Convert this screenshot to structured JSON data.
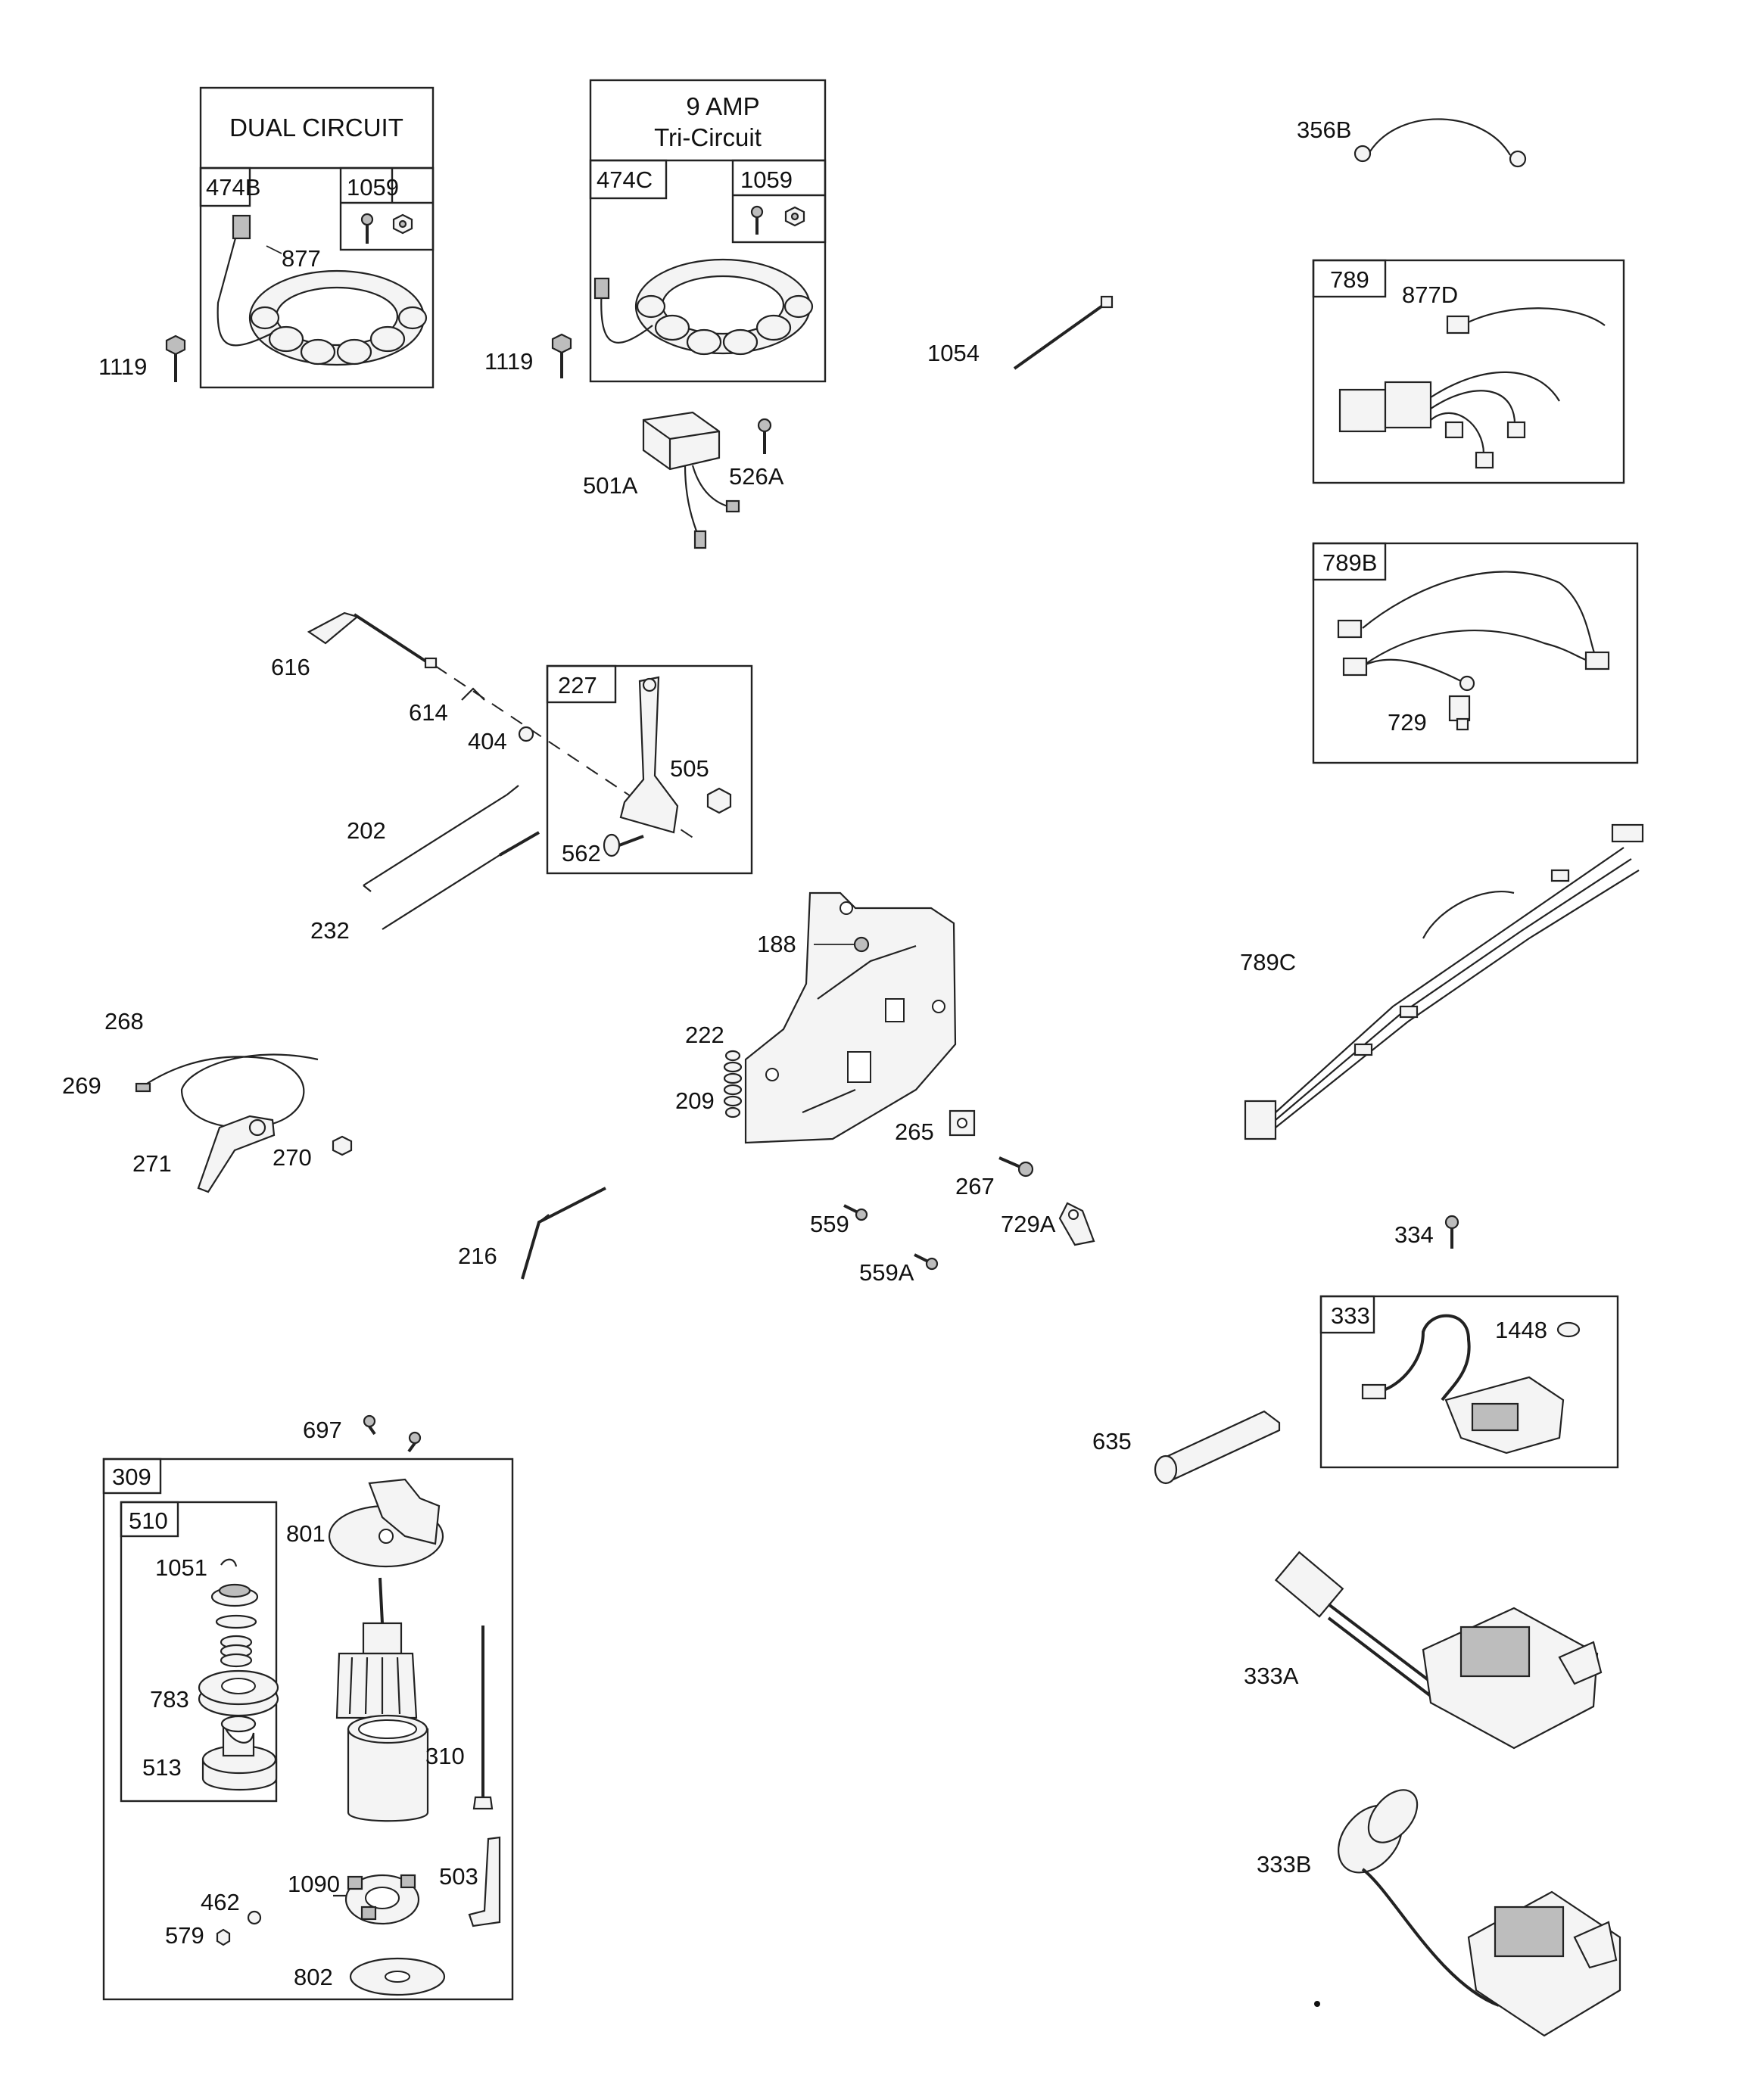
{
  "boxes": {
    "dual_circuit": {
      "title": "DUAL CIRCUIT",
      "left_label": "474B",
      "right_label": "1059"
    },
    "tri_circuit": {
      "title_line1": "9  AMP",
      "title_line2": "Tri-Circuit",
      "left_label": "474C",
      "right_label": "1059"
    },
    "box_789": {
      "label": "789"
    },
    "box_789b": {
      "label": "789B"
    },
    "box_227": {
      "label": "227"
    },
    "box_333": {
      "label": "333"
    },
    "box_309": {
      "label": "309"
    },
    "box_510": {
      "label": "510"
    }
  },
  "labels": {
    "l877": "877",
    "l1119a": "1119",
    "l1119b": "1119",
    "l501a": "501A",
    "l526a": "526A",
    "l1054": "1054",
    "l356b": "356B",
    "l877d": "877D",
    "l729": "729",
    "l789c": "789C",
    "l616": "616",
    "l614": "614",
    "l404": "404",
    "l505": "505",
    "l562": "562",
    "l202": "202",
    "l232": "232",
    "l188": "188",
    "l222": "222",
    "l209": "209",
    "l265": "265",
    "l267": "267",
    "l559": "559",
    "l559a": "559A",
    "l729a": "729A",
    "l268": "268",
    "l269": "269",
    "l271": "271",
    "l270": "270",
    "l216": "216",
    "l334": "334",
    "l1448": "1448",
    "l635": "635",
    "l333a": "333A",
    "l333b": "333B",
    "l697": "697",
    "l801": "801",
    "l1051": "1051",
    "l783": "783",
    "l513": "513",
    "l310": "310",
    "l503": "503",
    "l1090": "1090",
    "l462": "462",
    "l579": "579",
    "l802": "802"
  }
}
